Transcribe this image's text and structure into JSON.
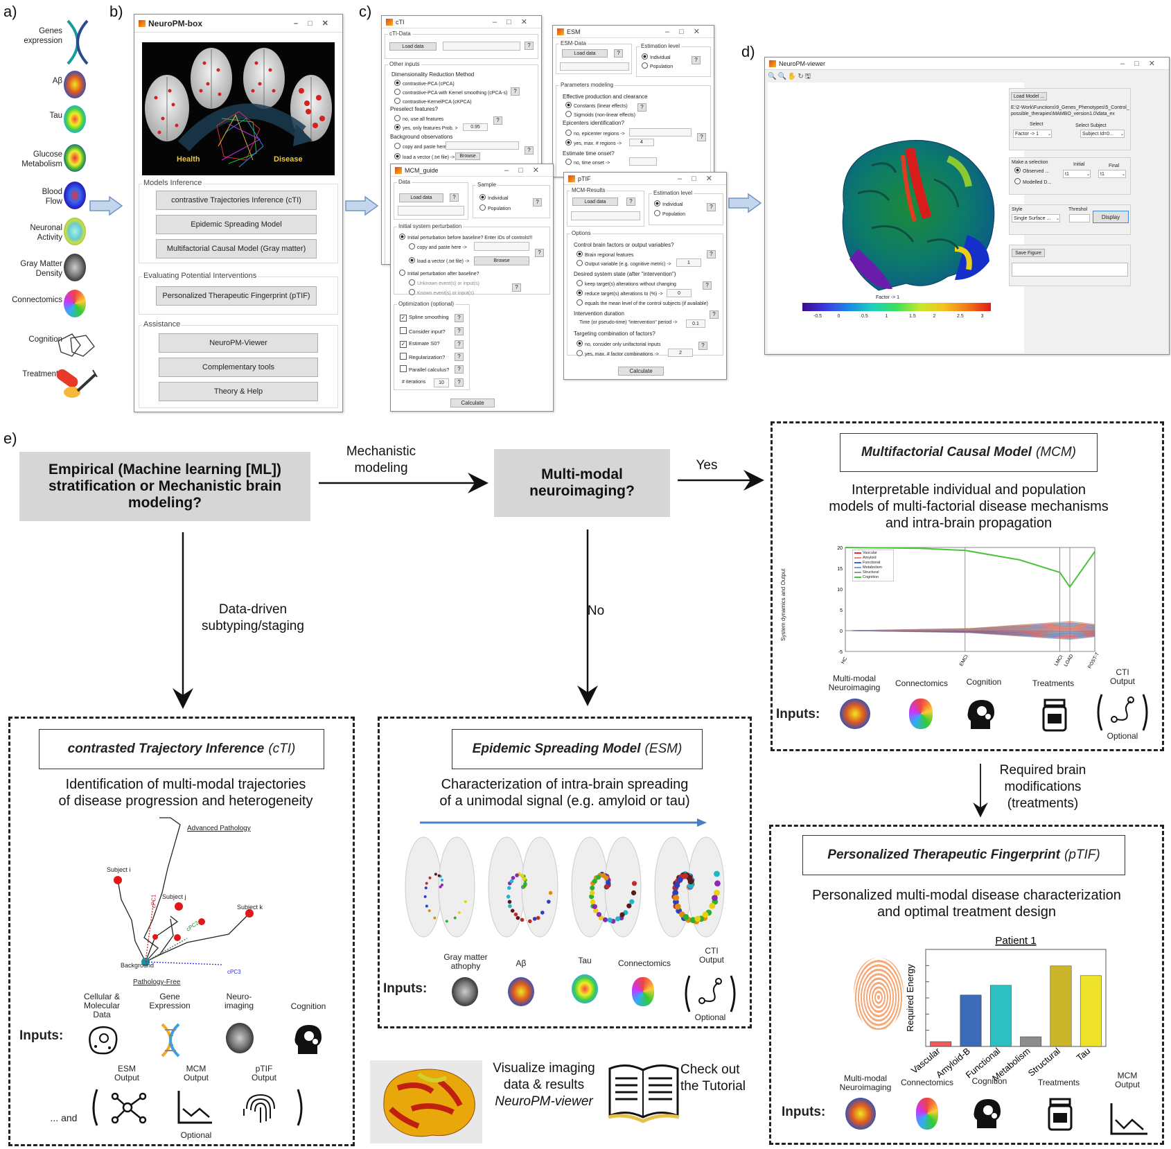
{
  "panels": {
    "a": "a)",
    "b": "b)",
    "c": "c)",
    "d": "d)",
    "e": "e)"
  },
  "modalities": [
    "Genes\nexpression",
    "Aβ",
    "Tau",
    "Glucose\nMetabolism",
    "Blood\nFlow",
    "Neuronal\nActivity",
    "Gray Matter\nDensity",
    "Connectomics",
    "Cognition",
    "Treatments"
  ],
  "box": {
    "title": "NeuroPM-box",
    "health": "Health",
    "disease": "Disease",
    "inference_label": "Models Inference",
    "btn_cti": "contrastive Trajectories Inference (cTI)",
    "btn_esm": "Epidemic Spreading Model",
    "btn_mcm": "Multifactorial Causal Model (Gray matter)",
    "interv_label": "Evaluating Potential Interventions",
    "btn_ptif": "Personalized Therapeutic Fingerprint (pTIF)",
    "assist_label": "Assistance",
    "btn_viewer": "NeuroPM-Viewer",
    "btn_tools": "Complementary tools",
    "btn_help": "Theory & Help"
  },
  "cti": {
    "title": "cTI",
    "data": "cTI-Data",
    "load": "Load data",
    "other": "Other inputs",
    "drm": "Dimensionality Reduction Method",
    "r1": "contrastive-PCA (cPCA)",
    "r2": "contrastive-PCA with Kernel smoothing (cPCA-s)",
    "r3": "contrastive-KernelPCA (cKPCA)",
    "presel": "Preselect features?",
    "p1": "no, use all features",
    "p2": "yes, only features Prob. >",
    "prob": "0.95",
    "bg": "Background observations",
    "b1": "copy and paste here ->",
    "b2": "load a vector (.txt file) ->",
    "browse": "Browse",
    "q": "?"
  },
  "esm": {
    "title": "ESM",
    "data": "ESM-Data",
    "load": "Load data",
    "est": "Estimation level",
    "ind": "Individual",
    "pop": "Population",
    "params": "Parameters modeling",
    "eff": "Effective production and clearance",
    "e1": "Constants (linear effects)",
    "e2": "Sigmoids (non-linear effects)",
    "epi": "Epicenters identification?",
    "ep1": "no, epicenter regions ->",
    "ep2": "yes, max. # regions ->",
    "epn": "4",
    "onset": "Estimate time onset?",
    "o1": "no, time onset ->"
  },
  "mcm": {
    "title": "MCM_guide",
    "data": "Data",
    "load": "Load data",
    "sample": "Sample",
    "ind": "Individual",
    "pop": "Population",
    "perturb": "Initial system perturbation",
    "pb1": "Initial perturbation before baseline? Enter IDs of controls!!!",
    "pb2": "copy and paste here ->",
    "pb3": "load a vector (.txt file) ->",
    "browse": "Browse",
    "pb4": "Initial perturbation after baseline?",
    "pb5": "Unknown event(s) or input(s)",
    "pb6": "Known event(s) or input(s)",
    "opt": "Optimization (optional)",
    "c1": "Spline smoothing",
    "c2": "Consider input?",
    "c3": "Estimate S0?",
    "c4": "Regularization?",
    "c5": "Parallel calculus?",
    "iter": "# iterations",
    "iterv": "10",
    "calc": "Calculate"
  },
  "ptif": {
    "title": "pTIF",
    "res": "MCM-Results",
    "load": "Load data",
    "est": "Estimation level",
    "ind": "Individual",
    "pop": "Population",
    "options": "Options",
    "ctrl": "Control brain factors or output variables?",
    "k1": "Brain regional features",
    "k2": "Output variable (e.g. cognitive metric) ->",
    "k2v": "1",
    "desired": "Desired system state (after \"intervention\")",
    "d1": "keep target(s) alterations without changing",
    "d2": "reduce target(s) alterations to (%) ->",
    "d2v": "0",
    "d3": "equals the mean level of the control subjects (if available)",
    "dur": "Intervention duration",
    "t1": "Time (or pseudo-time) \"intervention\" period ->",
    "t1v": "0.1",
    "target": "Targeting combination of factors?",
    "g1": "no, consider only unifactorial inputs",
    "g2": "yes, max. # factor combinations ->",
    "g2v": "2",
    "calc": "Calculate"
  },
  "viewer": {
    "title": "NeuroPM-viewer",
    "load": "Load Model ...",
    "path": "E:\\2-Work\\Functions\\9_Genes_Phenotypes\\5_Control_possible_therapies\\MAMBO_version1.0\\data_ex",
    "select": "Select",
    "factor": "Factor -> 1",
    "selsub": "Select Subject",
    "subject": "Subject Id=0...",
    "make": "Make a selection",
    "obs": "Observed ...",
    "mod": "Modelled D...",
    "initial": "Initial",
    "final": "Final",
    "t1": "t1",
    "t2": "t1",
    "style": "Style",
    "surf": "Single Surface ...",
    "thr": "Threshol",
    "display": "Display",
    "save": "Save Figure",
    "cbar_title": "Factor -> 1",
    "ticks": [
      "-0.5",
      "0",
      "0.5",
      "1",
      "1.5",
      "2",
      "2.5",
      "3"
    ]
  },
  "flow": {
    "q1": "Empirical (Machine learning [ML]) stratification or Mechanistic brain modeling?",
    "mech": "Mechanistic\nmodeling",
    "q2": "Multi-modal\nneuroimaging?",
    "yes": "Yes",
    "no": "No",
    "dd": "Data-driven\nsubtyping/staging",
    "req": "Required brain\nmodifications\n(treatments)"
  },
  "mcmbox": {
    "head": "Multifactorial Causal Model",
    "abbr": "(MCM)",
    "desc": "Interpretable individual and population\nmodels of multi-factorial disease mechanisms\nand intra-brain propagation",
    "ylabel": "System dynamics and Output",
    "xticks": [
      "HC",
      "EMCI",
      "LMCI",
      "LOAD",
      "POST-T"
    ],
    "yticks": [
      "20",
      "15",
      "10",
      "5",
      "0",
      "-5"
    ],
    "legend": [
      "Vascular",
      "Amyloid",
      "Functional",
      "Metabolism",
      "Structural",
      "Cognition"
    ],
    "inputs": "Inputs:",
    "i1": "Multi-modal\nNeuroimaging",
    "i2": "Connectomics",
    "i3": "Cognition",
    "i4": "Treatments",
    "i5": "CTI\nOutput",
    "optional": "Optional"
  },
  "ctibox": {
    "head": "contrasted Trajectory Inference",
    "abbr": "(cTI)",
    "desc": "Identification of multi-modal trajectories\nof disease progression and heterogeneity",
    "adv": "Advanced Pathology",
    "si": "Subject i",
    "sj": "Subject j",
    "sk": "Subject k",
    "bg": "Background",
    "pf": "Pathology-Free",
    "c1": "cPC1",
    "c2": "cPC2",
    "c3": "cPC3",
    "inputs": "Inputs:",
    "i1": "Cellular &\nMolecular\nData",
    "i2": "Gene\nExpression",
    "i3": "Neuro-\nimaging",
    "i4": "Cognition",
    "and": "... and",
    "o1": "ESM\nOutput",
    "o2": "MCM\nOutput",
    "o3": "pTIF\nOutput",
    "optional": "Optional"
  },
  "esmbox": {
    "head": "Epidemic Spreading Model",
    "abbr": "(ESM)",
    "desc": "Characterization of intra-brain spreading\nof a unimodal signal (e.g. amyloid or tau)",
    "inputs": "Inputs:",
    "i1": "Gray matter\nathophy",
    "i2": "Aβ",
    "i3": "Tau",
    "i4": "Connectomics",
    "i5": "CTI\nOutput",
    "optional": "Optional"
  },
  "ptifbox": {
    "head": "Personalized Therapeutic Fingerprint",
    "abbr": "(pTIF)",
    "desc": "Personalized multi-modal disease characterization\nand optimal treatment design",
    "patient": "Patient 1",
    "ylabel": "Required Energy",
    "inputs": "Inputs:",
    "i1": "Multi-modal\nNeuroimaging",
    "i2": "Connectomics",
    "i3": "Cognition",
    "i4": "Treatments",
    "i5": "MCM\nOutput"
  },
  "chart_data": {
    "type": "bar",
    "title": "Patient 1",
    "ylabel": "Required Energy",
    "categories": [
      "Vascular",
      "Amyloid-B",
      "Functional",
      "Metabolism",
      "Structural",
      "Tau"
    ],
    "values": [
      0.05,
      0.53,
      0.63,
      0.1,
      0.83,
      0.73
    ],
    "colors": [
      "#ef5a5a",
      "#3d6bb8",
      "#2ec0c0",
      "#8c8c8c",
      "#cbb52a",
      "#eee22a"
    ],
    "ylim": [
      0,
      1
    ]
  },
  "bottom": {
    "viz": "Visualize imaging\ndata & results",
    "vizname": "NeuroPM-viewer",
    "tut": "Check out\nthe Tutorial"
  }
}
